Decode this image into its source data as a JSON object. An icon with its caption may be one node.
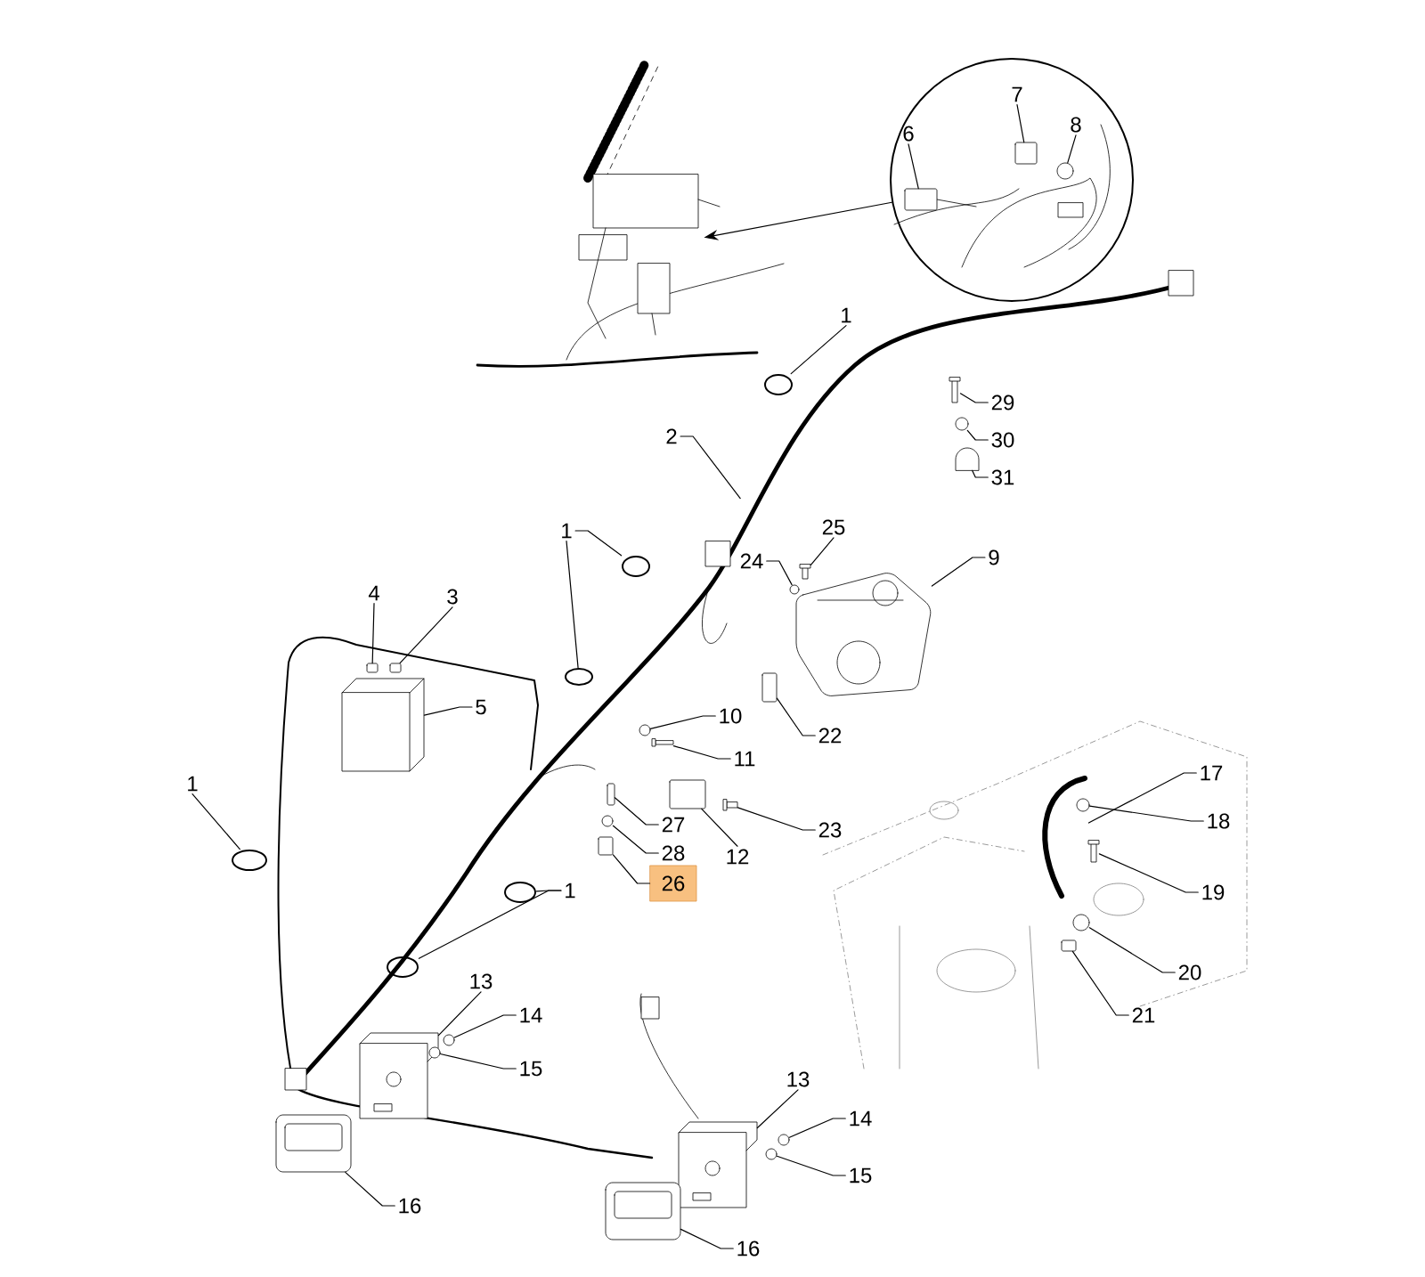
{
  "diagram": {
    "nodes": [
      {
        "text": [],
        "shape": "circle"
      },
      {
        "text": [
          "6"
        ],
        "in": 0
      },
      {
        "text": [
          "7"
        ],
        "in": 0
      },
      {
        "text": [
          "8"
        ],
        "in": 0
      },
      {
        "text": [],
        "shape": "picture"
      },
      {
        "text": [
          "1"
        ]
      },
      {
        "text": [
          "29"
        ]
      },
      {
        "text": [
          "30"
        ]
      },
      {
        "text": [
          "31"
        ]
      },
      {
        "text": [
          "2"
        ]
      },
      {
        "text": [
          "25"
        ]
      },
      {
        "text": [
          "1"
        ]
      },
      {
        "text": [
          "9"
        ]
      },
      {
        "text": [
          "24"
        ]
      },
      {
        "text": [
          "3"
        ]
      },
      {
        "text": [
          "4"
        ]
      },
      {
        "text": [
          "5"
        ]
      },
      {
        "text": [
          "10"
        ]
      },
      {
        "text": [
          "22"
        ]
      },
      {
        "text": [
          "11"
        ]
      },
      {
        "text": [
          "1"
        ]
      },
      {
        "text": [
          "17"
        ]
      },
      {
        "text": [
          "27"
        ]
      },
      {
        "text": [
          "23"
        ]
      },
      {
        "text": [
          "18"
        ]
      },
      {
        "text": [
          "28"
        ]
      },
      {
        "text": [
          "12"
        ]
      },
      {
        "text": [
          "26"
        ]
      },
      {
        "text": [
          "19"
        ]
      },
      {
        "text": [
          "1"
        ]
      },
      {
        "text": [
          "20"
        ]
      },
      {
        "text": [
          "13"
        ]
      },
      {
        "text": [
          "21"
        ]
      },
      {
        "text": [
          "14"
        ]
      },
      {
        "text": [
          "15"
        ]
      },
      {
        "text": [
          "13"
        ]
      },
      {
        "text": [
          "14"
        ]
      },
      {
        "text": [
          "15"
        ]
      },
      {
        "text": [
          "16"
        ]
      },
      {
        "text": [
          "16"
        ]
      },
      {
        "text": [],
        "shape": "box",
        "in": 0
      },
      {
        "text": [],
        "shape": "box",
        "in": 0
      },
      {
        "text": [],
        "shape": "circle",
        "in": 0
      },
      {
        "text": [],
        "shape": "circle"
      },
      {
        "text": [],
        "shape": "picture"
      },
      {
        "text": [],
        "shape": "circle"
      },
      {
        "text": [],
        "shape": "picture"
      },
      {
        "text": [],
        "shape": "picture"
      },
      {
        "text": [],
        "shape": "circle"
      },
      {
        "text": [],
        "shape": "circle"
      },
      {
        "text": [],
        "shape": "picture"
      },
      {
        "text": [],
        "shape": "circle"
      },
      {
        "text": [],
        "shape": "box"
      },
      {
        "text": [],
        "shape": "box"
      },
      {
        "text": [],
        "shape": "box"
      },
      {
        "text": [],
        "shape": "circle"
      },
      {
        "text": [],
        "shape": "box"
      },
      {
        "text": [],
        "shape": "picture"
      },
      {
        "text": [],
        "shape": "circle"
      },
      {
        "text": [],
        "shape": "picture"
      },
      {
        "text": [],
        "shape": "box"
      },
      {
        "text": [],
        "shape": "picture"
      },
      {
        "text": [],
        "shape": "circle",
        "in": 59
      },
      {
        "text": [],
        "shape": "circle"
      },
      {
        "text": [],
        "shape": "box"
      },
      {
        "text": [],
        "shape": "box"
      },
      {
        "text": [],
        "shape": "picture"
      },
      {
        "text": [],
        "shape": "circle"
      },
      {
        "text": [],
        "shape": "circle"
      },
      {
        "text": [],
        "shape": "circle"
      },
      {
        "text": [],
        "shape": "picture"
      },
      {
        "text": [],
        "shape": "box"
      },
      {
        "text": [],
        "shape": "circle"
      },
      {
        "text": [],
        "shape": "circle"
      },
      {
        "text": [],
        "shape": "picture"
      },
      {
        "text": [],
        "shape": "circle"
      },
      {
        "text": [],
        "shape": "circle"
      },
      {
        "text": [],
        "shape": "box"
      },
      {
        "text": [],
        "shape": "box"
      }
    ],
    "edges": [
      {
        "from": 0,
        "to": 4,
        "arrow": "to"
      },
      {
        "from": 1,
        "to": 40,
        "arrow": "none"
      },
      {
        "from": 2,
        "to": 41,
        "arrow": "none"
      },
      {
        "from": 3,
        "to": 42,
        "arrow": "none"
      },
      {
        "from": 5,
        "to": 43,
        "arrow": "none"
      },
      {
        "from": 6,
        "to": 44,
        "arrow": "none"
      },
      {
        "from": 7,
        "to": 45,
        "arrow": "none"
      },
      {
        "from": 8,
        "to": 46,
        "arrow": "none"
      },
      {
        "from": 9,
        "to": null,
        "arrow": "none"
      },
      {
        "from": 10,
        "to": 47,
        "arrow": "none"
      },
      {
        "from": 11,
        "to": 48,
        "arrow": "none"
      },
      {
        "from": 11,
        "to": 49,
        "arrow": "none"
      },
      {
        "from": 12,
        "to": 50,
        "arrow": "none"
      },
      {
        "from": 13,
        "to": 51,
        "arrow": "none"
      },
      {
        "from": 14,
        "to": 52,
        "arrow": "none"
      },
      {
        "from": 15,
        "to": 53,
        "arrow": "none"
      },
      {
        "from": 16,
        "to": 54,
        "arrow": "none"
      },
      {
        "from": 17,
        "to": 55,
        "arrow": "none"
      },
      {
        "from": 18,
        "to": 56,
        "arrow": "none"
      },
      {
        "from": 19,
        "to": 57,
        "arrow": "none"
      },
      {
        "from": 20,
        "to": 58,
        "arrow": "none"
      },
      {
        "from": 21,
        "to": 59,
        "arrow": "none"
      },
      {
        "from": 22,
        "to": 60,
        "arrow": "none"
      },
      {
        "from": 23,
        "to": 61,
        "arrow": "none"
      },
      {
        "from": 24,
        "to": 62,
        "arrow": "none"
      },
      {
        "from": 25,
        "to": 63,
        "arrow": "none"
      },
      {
        "from": 26,
        "to": 64,
        "arrow": "none"
      },
      {
        "from": 27,
        "to": 65,
        "arrow": "none"
      },
      {
        "from": 28,
        "to": 66,
        "arrow": "none"
      },
      {
        "from": 29,
        "to": 67,
        "arrow": "none"
      },
      {
        "from": 29,
        "to": 68,
        "arrow": "none"
      },
      {
        "from": 30,
        "to": 69,
        "arrow": "none"
      },
      {
        "from": 31,
        "to": 70,
        "arrow": "none"
      },
      {
        "from": 32,
        "to": 71,
        "arrow": "none"
      },
      {
        "from": 33,
        "to": 72,
        "arrow": "none"
      },
      {
        "from": 34,
        "to": 73,
        "arrow": "none"
      },
      {
        "from": 35,
        "to": 74,
        "arrow": "none"
      },
      {
        "from": 36,
        "to": 75,
        "arrow": "none"
      },
      {
        "from": 37,
        "to": 76,
        "arrow": "none"
      },
      {
        "from": 38,
        "to": 77,
        "arrow": "none"
      },
      {
        "from": 39,
        "to": 78,
        "arrow": "none"
      }
    ]
  }
}
